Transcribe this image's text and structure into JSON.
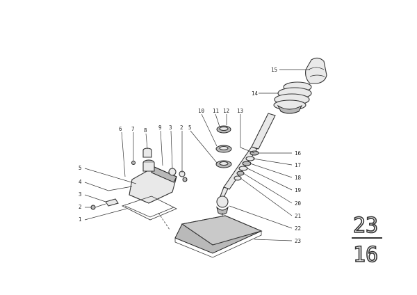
{
  "callouts": {
    "c1": "1",
    "c2": "2",
    "c3": "3",
    "c4": "4",
    "c5": "5",
    "c6": "6",
    "c7": "7",
    "c8": "8",
    "c9": "9",
    "c10": "10",
    "c11": "11",
    "c12": "12",
    "c13": "13",
    "c14": "14",
    "c15": "15",
    "c16": "16",
    "c17": "17",
    "c18": "18",
    "c19": "19",
    "c20": "20",
    "c21": "21",
    "c22": "22",
    "c23": "23"
  },
  "group_number": {
    "top": "23",
    "bottom": "16"
  }
}
